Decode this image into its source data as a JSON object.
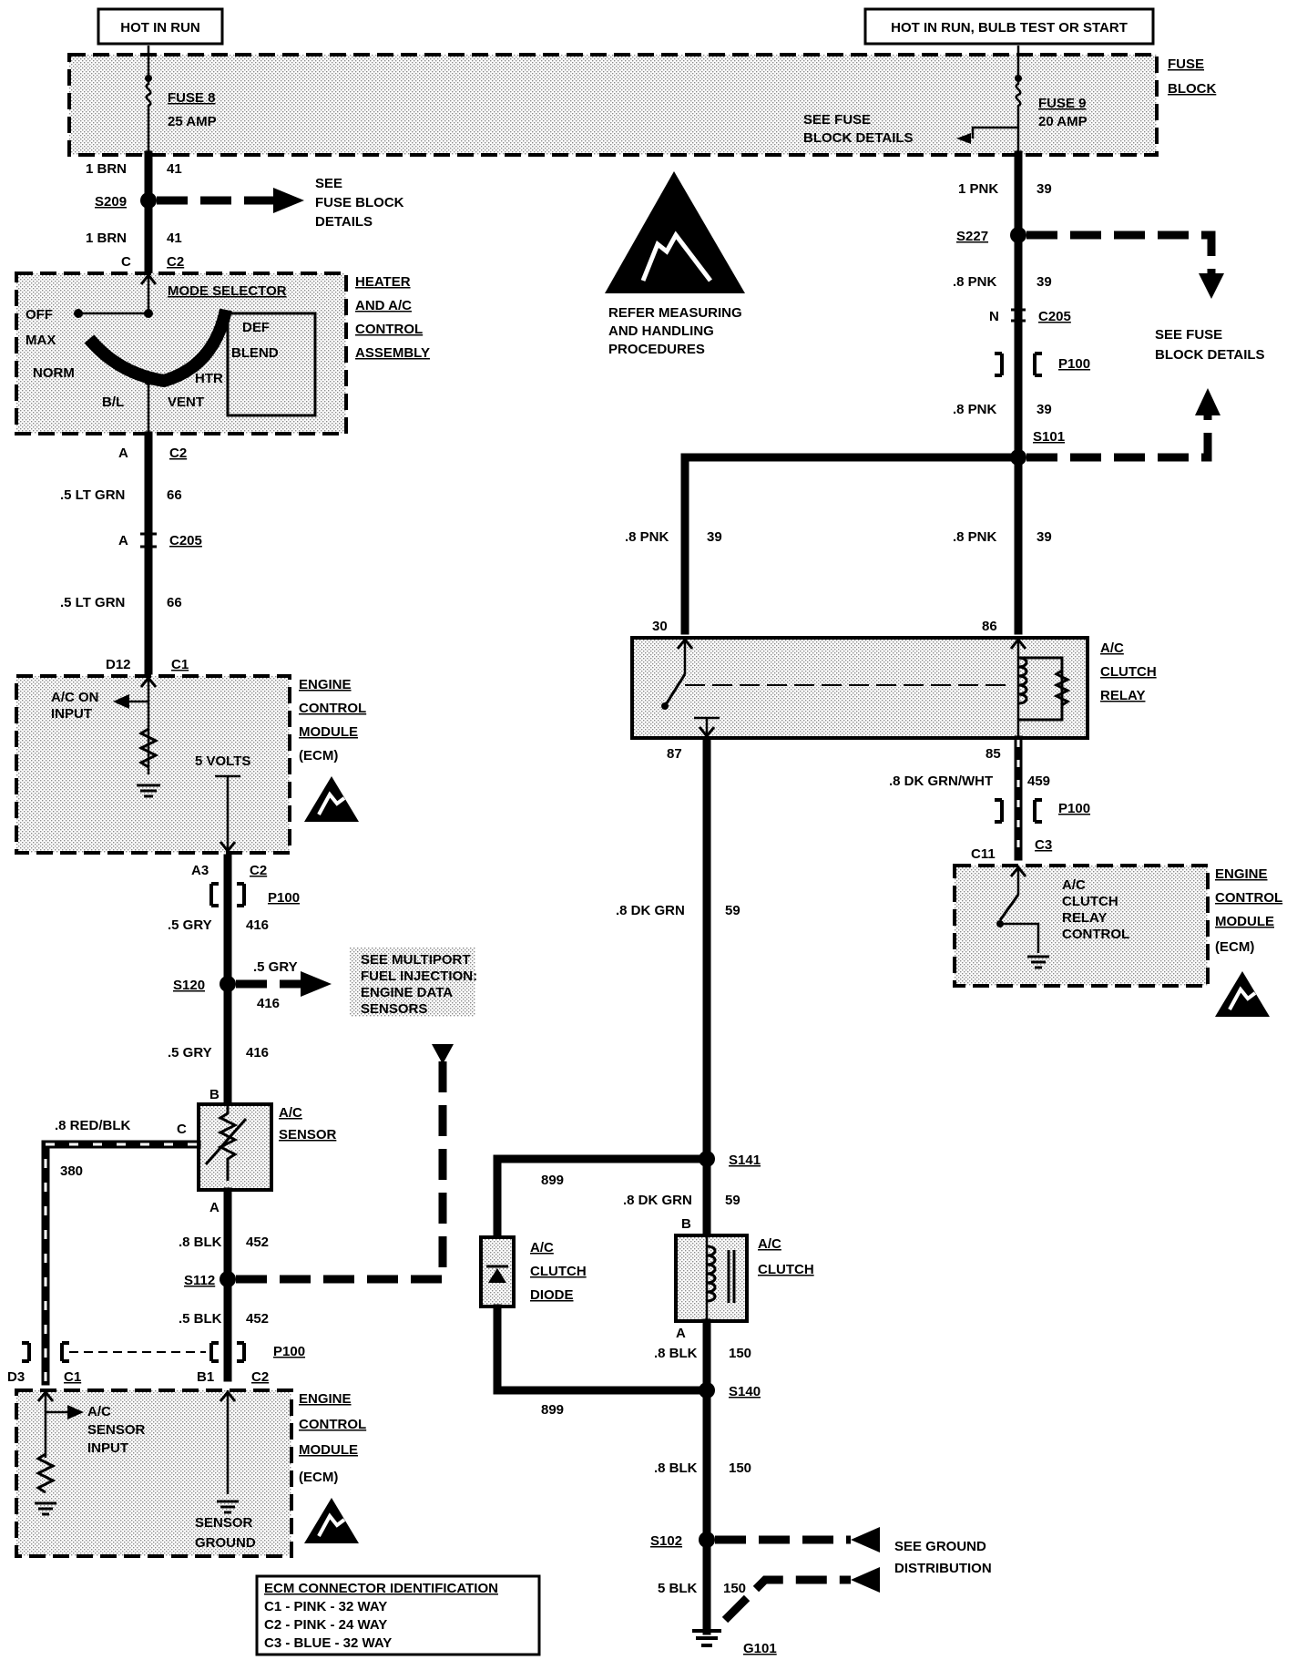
{
  "header": {
    "left": "HOT IN RUN",
    "right": "HOT IN RUN, BULB TEST OR START"
  },
  "fuse_block": {
    "label": [
      "FUSE",
      "BLOCK"
    ],
    "fuse8": [
      "FUSE 8",
      "25 AMP"
    ],
    "fuse9": [
      "FUSE 9",
      "20 AMP"
    ],
    "see_details": [
      "SEE FUSE",
      "BLOCK DETAILS"
    ]
  },
  "left_column": {
    "w41a": {
      "size": "1 BRN",
      "circuit": "41"
    },
    "s209": "S209",
    "s209_ref": [
      "SEE",
      "FUSE BLOCK",
      "DETAILS"
    ],
    "w41b": {
      "size": "1 BRN",
      "circuit": "41"
    },
    "c2_top": {
      "pin": "C",
      "conn": "C2"
    },
    "mode_selector": {
      "title": "MODE SELECTOR",
      "off": "OFF",
      "max": "MAX",
      "norm": "NORM",
      "bl": "B/L",
      "vent": "VENT",
      "htr": "HTR",
      "blend": "BLEND",
      "def": "DEF"
    },
    "heater_ac": [
      "HEATER",
      "AND A/C",
      "CONTROL",
      "ASSEMBLY"
    ],
    "c2_a": {
      "pin": "A",
      "conn": "C2"
    },
    "w66a": {
      "size": ".5 LT GRN",
      "circuit": "66"
    },
    "c205_a": {
      "pin": "A",
      "conn": "C205"
    },
    "w66b": {
      "size": ".5 LT GRN",
      "circuit": "66"
    },
    "c1_d12": {
      "pin": "D12",
      "conn": "C1"
    },
    "ecm_top": {
      "input": [
        "A/C ON",
        "INPUT"
      ],
      "volts": "5 VOLTS",
      "label": [
        "ENGINE",
        "CONTROL",
        "MODULE",
        "(ECM)"
      ]
    },
    "c2_a3": {
      "pin": "A3",
      "conn": "C2"
    },
    "p100": "P100",
    "w416a": {
      "size": ".5 GRY",
      "circuit": "416"
    },
    "s120": "S120",
    "s120_branch": {
      "size": ".5 GRY",
      "circuit": "416"
    },
    "mfi_ref": [
      "SEE MULTIPORT",
      "FUEL INJECTION:",
      "ENGINE DATA",
      "SENSORS"
    ],
    "w416b": {
      "size": ".5 GRY",
      "circuit": "416"
    },
    "sensor": {
      "pin_b": "B",
      "pin_c": "C",
      "pin_a": "A",
      "label": [
        "A/C",
        "SENSOR"
      ]
    },
    "w380": {
      "size": ".8 RED/BLK",
      "circuit": "380"
    },
    "w452a": {
      "size": ".8 BLK",
      "circuit": "452"
    },
    "s112": "S112",
    "w452b": {
      "size": ".5 BLK",
      "circuit": "452"
    },
    "p100_b": "P100",
    "c1_d3": {
      "pin": "D3",
      "conn": "C1"
    },
    "c2_b1": {
      "pin": "B1",
      "conn": "C2"
    },
    "ecm_bottom": {
      "input": [
        "A/C",
        "SENSOR",
        "INPUT"
      ],
      "ground": [
        "SENSOR",
        "GROUND"
      ],
      "label": [
        "ENGINE",
        "CONTROL",
        "MODULE",
        "(ECM)"
      ]
    },
    "ecm_id": {
      "title": "ECM CONNECTOR IDENTIFICATION",
      "rows": [
        "C1 - PINK - 32 WAY",
        "C2 - PINK - 24 WAY",
        "C3 - BLUE - 32 WAY"
      ]
    }
  },
  "esd_note": [
    "REFER MEASURING",
    "AND HANDLING",
    "PROCEDURES"
  ],
  "right_column": {
    "w39a": {
      "size": "1 PNK",
      "circuit": "39"
    },
    "s227": "S227",
    "w39b": {
      "size": ".8 PNK",
      "circuit": "39"
    },
    "c205_n": {
      "pin": "N",
      "conn": "C205"
    },
    "p100": "P100",
    "w39c": {
      "size": ".8 PNK",
      "circuit": "39"
    },
    "s101": "S101",
    "see_fuse": [
      "SEE FUSE",
      "BLOCK DETAILS"
    ],
    "w39_left": {
      "size": ".8 PNK",
      "circuit": "39"
    },
    "w39_right": {
      "size": ".8 PNK",
      "circuit": "39"
    },
    "relay": {
      "p30": "30",
      "p86": "86",
      "p87": "87",
      "p85": "85",
      "label": [
        "A/C",
        "CLUTCH",
        "RELAY"
      ]
    },
    "w459": {
      "size": ".8 DK GRN/WHT",
      "circuit": "459"
    },
    "p100_b": "P100",
    "c11_c3": {
      "pin": "C11",
      "conn": "C3"
    },
    "ecm": {
      "inside": [
        "A/C",
        "CLUTCH",
        "RELAY",
        "CONTROL"
      ],
      "label": [
        "ENGINE",
        "CONTROL",
        "MODULE",
        "(ECM)"
      ]
    },
    "w59a": {
      "size": ".8 DK GRN",
      "circuit": "59"
    },
    "s141": "S141",
    "w899a": "899",
    "w59b": {
      "size": ".8 DK GRN",
      "circuit": "59"
    },
    "clutch": {
      "pin_b": "B",
      "pin_a": "A",
      "label": [
        "A/C",
        "CLUTCH"
      ]
    },
    "diode": [
      "A/C",
      "CLUTCH",
      "DIODE"
    ],
    "w150a": {
      "size": ".8 BLK",
      "circuit": "150"
    },
    "s140": "S140",
    "w899b": "899",
    "w150b": {
      "size": ".8 BLK",
      "circuit": "150"
    },
    "s102": "S102",
    "ground_ref": [
      "SEE GROUND",
      "DISTRIBUTION"
    ],
    "w150c": {
      "size": "5 BLK",
      "circuit": "150"
    },
    "g101": "G101"
  }
}
